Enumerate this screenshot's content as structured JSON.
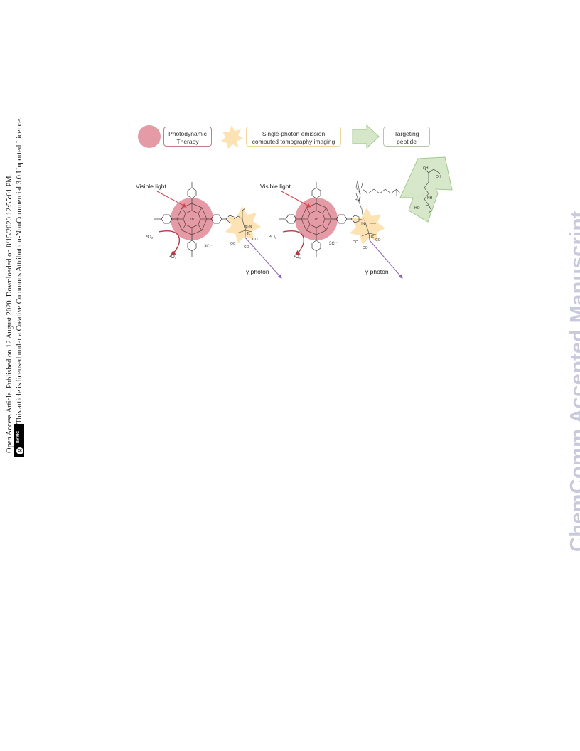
{
  "side_notice": {
    "line1": "Open Access Article. Published on 12 August 2020. Downloaded on 8/15/2020 12:55:01 PM.",
    "line2": "This article is licensed under a Creative Commons Attribution-NonCommercial 3.0 Unported Licence.",
    "badge_cc": "cc",
    "badge_text": "BY-NC"
  },
  "watermark": "ChemComm Accepted Manuscript",
  "figure": {
    "legend": {
      "pdt_line1": "Photodynamic",
      "pdt_line2": "Therapy",
      "spect_line1": "Single-photon emission",
      "spect_line2": "computed tomography imaging",
      "peptide_line1": "Targeting",
      "peptide_line2": "peptide"
    },
    "left_molecule": {
      "light_label": "Visible light",
      "photon_label": "γ photon",
      "triplet_oxygen": "³O₂",
      "singlet_oxygen": "¹O₂",
      "counterion": "3Cl⁻",
      "metal": "Zn",
      "ligand_oc": "OC",
      "ligand_co_1": "CO",
      "ligand_co_2": "CO",
      "amine": "H₂N",
      "technetium": "Tc"
    },
    "right_molecule": {
      "light_label": "Visible light",
      "photon_label": "γ photon",
      "triplet_oxygen": "³O₂",
      "singlet_oxygen": "¹O₂",
      "counterion": "3Cl⁻",
      "metal": "Zn",
      "ligand_oc": "OC",
      "ligand_co_1": "CO",
      "ligand_co_2": "CO",
      "technetium": "Tc",
      "peptide_oh_1": "OH",
      "peptide_oh_2": "OH",
      "peptide_ho": "HO",
      "peptide_hn_1": "HN",
      "peptide_hn_2": "HN",
      "peptide_nh": "NH"
    }
  },
  "colors": {
    "pdt_fill": "#e49ba5",
    "spect_fill": "#fde3b4",
    "peptide_fill": "#d5e7c8",
    "peptide_stroke": "#9dc58a",
    "light_arrow": "#d0424b",
    "photon_arrow": "#8b62b6",
    "watermark": "#c8c9db"
  }
}
